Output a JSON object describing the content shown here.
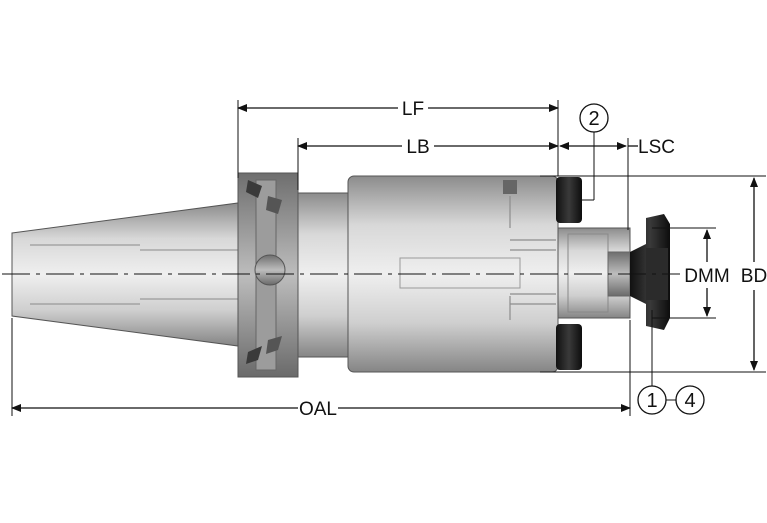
{
  "dimensions": {
    "lf": "LF",
    "lb": "LB",
    "lsc": "LSC",
    "dmm": "DMM",
    "bd": "BD",
    "oal": "OAL"
  },
  "callouts": {
    "two": "2",
    "one": "1",
    "four": "4"
  },
  "colors": {
    "body_light": "#e4e4e4",
    "body_mid": "#b5b5b5",
    "body_dark": "#7a7a7a",
    "black_part": "#1c1c1c",
    "line": "#111111"
  }
}
